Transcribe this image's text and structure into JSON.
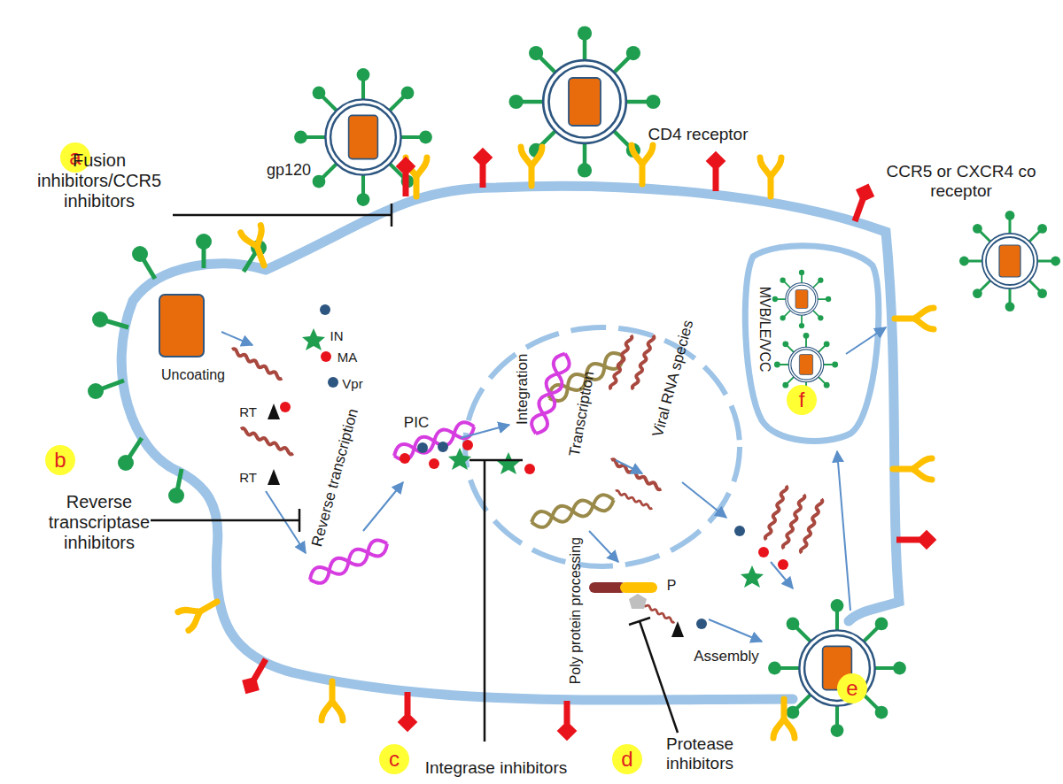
{
  "diagram": {
    "nodes": [
      {
        "text": [
          "a"
        ]
      },
      {
        "text": [
          "b"
        ]
      },
      {
        "text": [
          "c"
        ]
      },
      {
        "text": [
          "d"
        ]
      },
      {
        "text": [
          "e"
        ]
      },
      {
        "text": [
          "f"
        ]
      }
    ],
    "labels": [
      "gp120",
      "CD4 receptor",
      "CCR5 or CXCR4 co receptor",
      "Fusion inhibitors/CCR5 inhibitors",
      "Uncoating",
      "IN",
      "MA",
      "Vpr",
      "RT",
      "RT",
      "Reverse transcription",
      "Reverse transcriptase inhibitors",
      "PIC",
      "Integration",
      "Transcription",
      "Viral RNA species",
      "MVB/LE/VCC",
      "P",
      "Poly protein processing",
      "Assembly",
      "Integrase inhibitors",
      "Protease inhibitors"
    ]
  }
}
